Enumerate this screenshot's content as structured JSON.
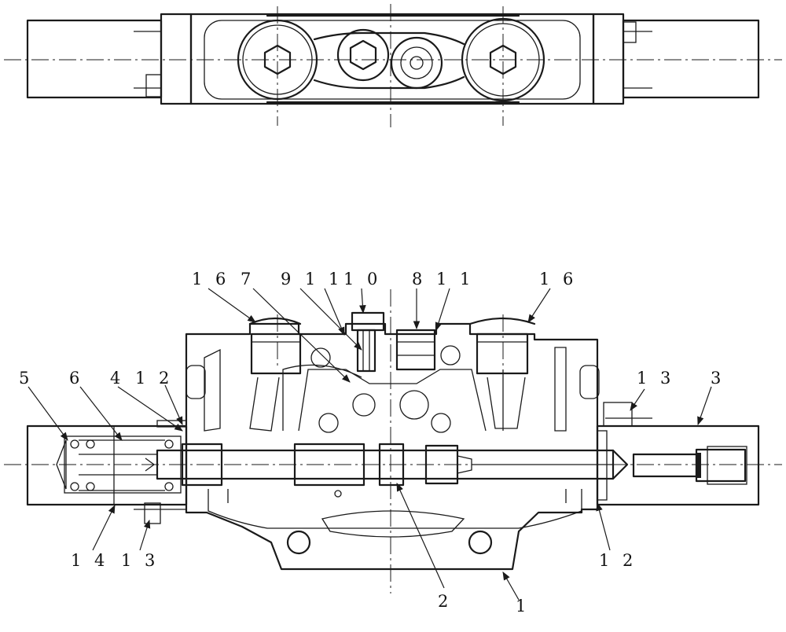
{
  "labels": {
    "p1": "1",
    "p2": "2",
    "p3": "3",
    "p4": "4",
    "p5": "5",
    "p6": "6",
    "p7": "7",
    "p8": "8",
    "p9": "9",
    "p10": "1 0",
    "p11a": "1 1",
    "p11b": "1 1",
    "p12a": "1 2",
    "p12b": "1 2",
    "p13a": "1 3",
    "p13b": "1 3",
    "p14": "1 4",
    "p16a": "1 6",
    "p16b": "1 6"
  },
  "colors": {
    "line": "#1a1a1a",
    "background": "#ffffff"
  }
}
